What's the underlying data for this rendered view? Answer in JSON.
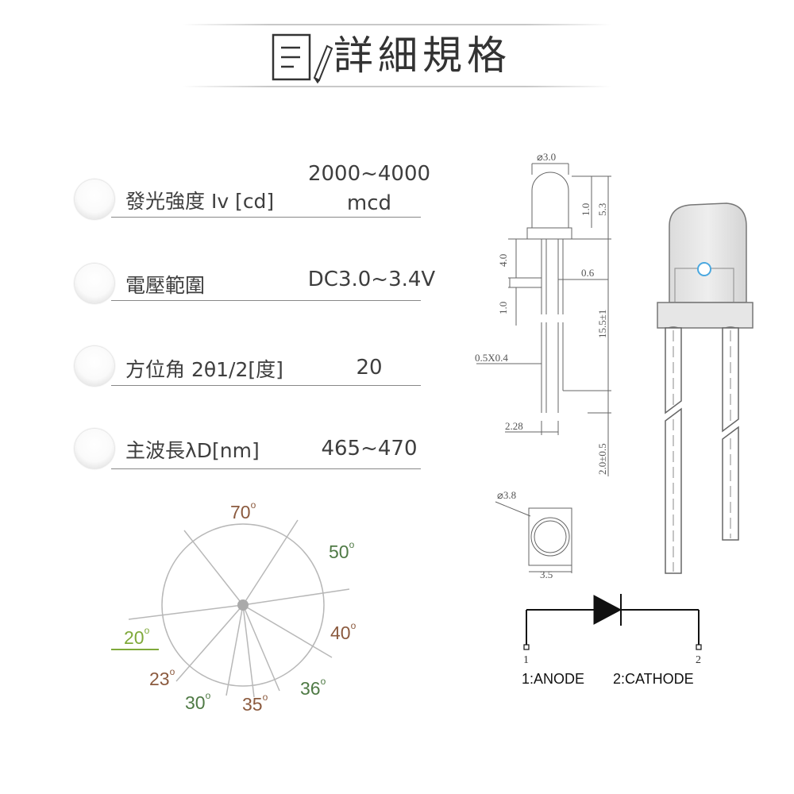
{
  "header": {
    "title": "詳細規格"
  },
  "specs": [
    {
      "label": "發光強度 Iv [cd]",
      "value_line1": "2000~4000",
      "value_line2": "mcd"
    },
    {
      "label": "電壓範圍",
      "value_line1": "DC3.0~3.4V"
    },
    {
      "label": "方位角 2θ1/2[度]",
      "value_line1": "20"
    },
    {
      "label": "主波長λD[nm]",
      "value_line1": "465~470"
    }
  ],
  "angles": {
    "a70": "70",
    "a50": "50",
    "a40": "40",
    "a20": "20",
    "a23": "23",
    "a30": "30",
    "a35": "35",
    "a36": "36"
  },
  "dimensions": {
    "d_top": "⌀3.0",
    "d_10": "1.0",
    "d_53": "5.3",
    "d_40": "4.0",
    "d_06": "0.6",
    "d_10b": "1.0",
    "d_155": "15.5±1",
    "d_05x04": "0.5X0.4",
    "d_228": "2.28",
    "d_20": "2.0±0.5",
    "d_38": "⌀3.8",
    "d_35": "3.5"
  },
  "pins": {
    "anode_num": "1",
    "cathode_num": "2",
    "anode_label": "1:ANODE",
    "cathode_label": "2:CATHODE"
  },
  "colors": {
    "angle_brown": "#8b5a3e",
    "angle_green": "#4f7a45",
    "angle_lime": "#7fa93a"
  }
}
